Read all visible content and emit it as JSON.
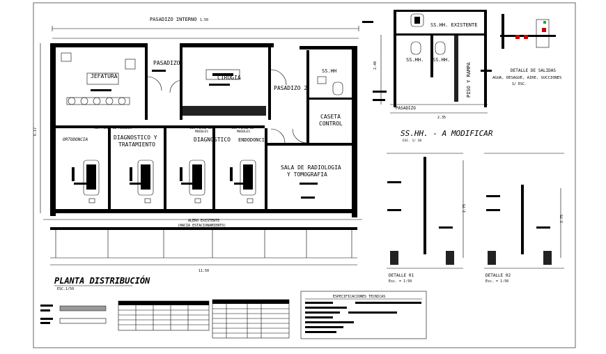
{
  "plan": {
    "corridor_top": "PASADIZO INTERNO",
    "corridor_top_dim": "1.50",
    "overall_width_dim": "11.50",
    "overall_height_dim": "6.17",
    "rooms": {
      "jefatura": "JEFATURA",
      "pasadizo": "PASADIZO",
      "cirugia": "CIRUGIA",
      "pasadizo2": "PASADIZO 2",
      "sshh": "SS.HH",
      "caseta": "CASETA",
      "control": "CONTROL",
      "ortodoncia": "ORTODONCIA",
      "diag_trat_1": "DIAGNOSTICO Y",
      "diag_trat_2": "TRATAMIENTO",
      "diagnostico": "DIAGNOSTICO",
      "endodoncia": "ENDODONCIA",
      "radiologia_1": "SALA DE RADIOLOGIA",
      "radiologia_2": "Y TOMOGRAFIA"
    },
    "notes": {
      "ver_plano_1": "VER PLANO DE MUEBLES",
      "ver_plano_2a": "VER PLANO DE",
      "ver_plano_2b": "MUEBLES",
      "ver_plano_3a": "VER PLANO DE",
      "ver_plano_3b": "MUEBLES",
      "alero_1": "ALERO EXISTENTE",
      "alero_2": "(HACIA ESTACIONAMIENTO)"
    },
    "title": "PLANTA DISTRIBUCIÓN",
    "scale": "ESC.1/50"
  },
  "sshh_existente": {
    "label": "SS.HH. EXISTENTE",
    "sshh_a": "SS.HH.",
    "sshh_b": "SS.HH.",
    "piso_rampa": "PISO Y RAMPA",
    "pasadizo": "PASADIZO",
    "pasadizo_dim": "2.35",
    "height_dim": "2.40"
  },
  "detalle_salidas": {
    "title": "DETALLE DE SALIDAS",
    "subtitle": "AGUA, DESAGUE, AIRE, SUCCIONES",
    "scale": "S/ ESC."
  },
  "sshh_modificar": {
    "title": "SS.HH. - A MODIFICAR",
    "scale": "ESC. 1/ 20"
  },
  "detalles": [
    {
      "title": "DETALLE 01",
      "scale": "Esc. = 1:50",
      "dim": "2.75"
    },
    {
      "title": "DETALLE 02",
      "scale": "Esc. = 1:50",
      "dim": "2.75"
    }
  ],
  "specs": {
    "title": "ESPECIFICACIONES TECNICAS"
  }
}
